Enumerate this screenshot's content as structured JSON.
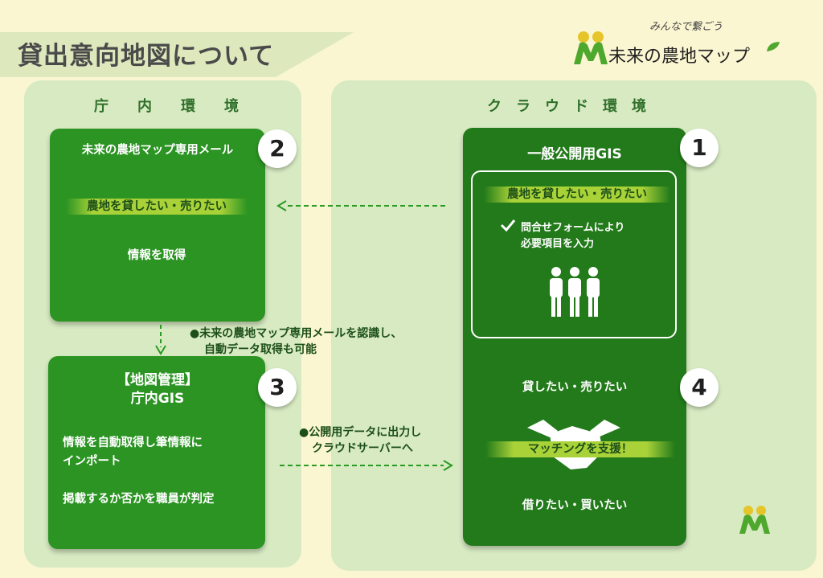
{
  "header": {
    "title": "貸出意向地図について",
    "logo_tagline": "みんなで繋ごう",
    "logo_text": "未来の農地マップ"
  },
  "office": {
    "heading": "庁　　内　　環　　境",
    "mail_box": {
      "badge": "2",
      "title": "未来の農地マップ専用メール",
      "highlight": "農地を貸したい・売りたい",
      "text": "情報を取得"
    },
    "note_line1": "●未来の農地マップ専用メールを認識し、",
    "note_line2": "自動データ取得も可能",
    "gis_box": {
      "badge": "3",
      "title_line1": "【地図管理】",
      "title_line2": "庁内GIS",
      "text_line1": "情報を自動取得し筆情報に",
      "text_line2": "インポート",
      "text_line3": "掲載するか否かを職員が判定"
    }
  },
  "publish_note": {
    "line1": "●公開用データに出力し",
    "line2": "クラウドサーバーへ"
  },
  "cloud": {
    "heading": "ク　ラ　ウ　ド　環　境",
    "public_box": {
      "badge_top": "1",
      "title": "一般公開用GIS",
      "inner_highlight": "農地を貸したい・売りたい",
      "check_line1": "問合せフォームにより",
      "check_line2": "必要項目を入力",
      "badge_bottom": "4",
      "lend_sell": "貸したい・売りたい",
      "matching": "マッチングを支援！",
      "borrow_buy": "借りたい・買いたい"
    }
  },
  "icons": [
    "check-icon",
    "people-icon",
    "handshake-icon",
    "logo-icon"
  ],
  "colors": {
    "background": "#fbf6d2",
    "panel": "#d7eac2",
    "box_green": "#2b9423",
    "accent_highlight": "#a9d238"
  }
}
